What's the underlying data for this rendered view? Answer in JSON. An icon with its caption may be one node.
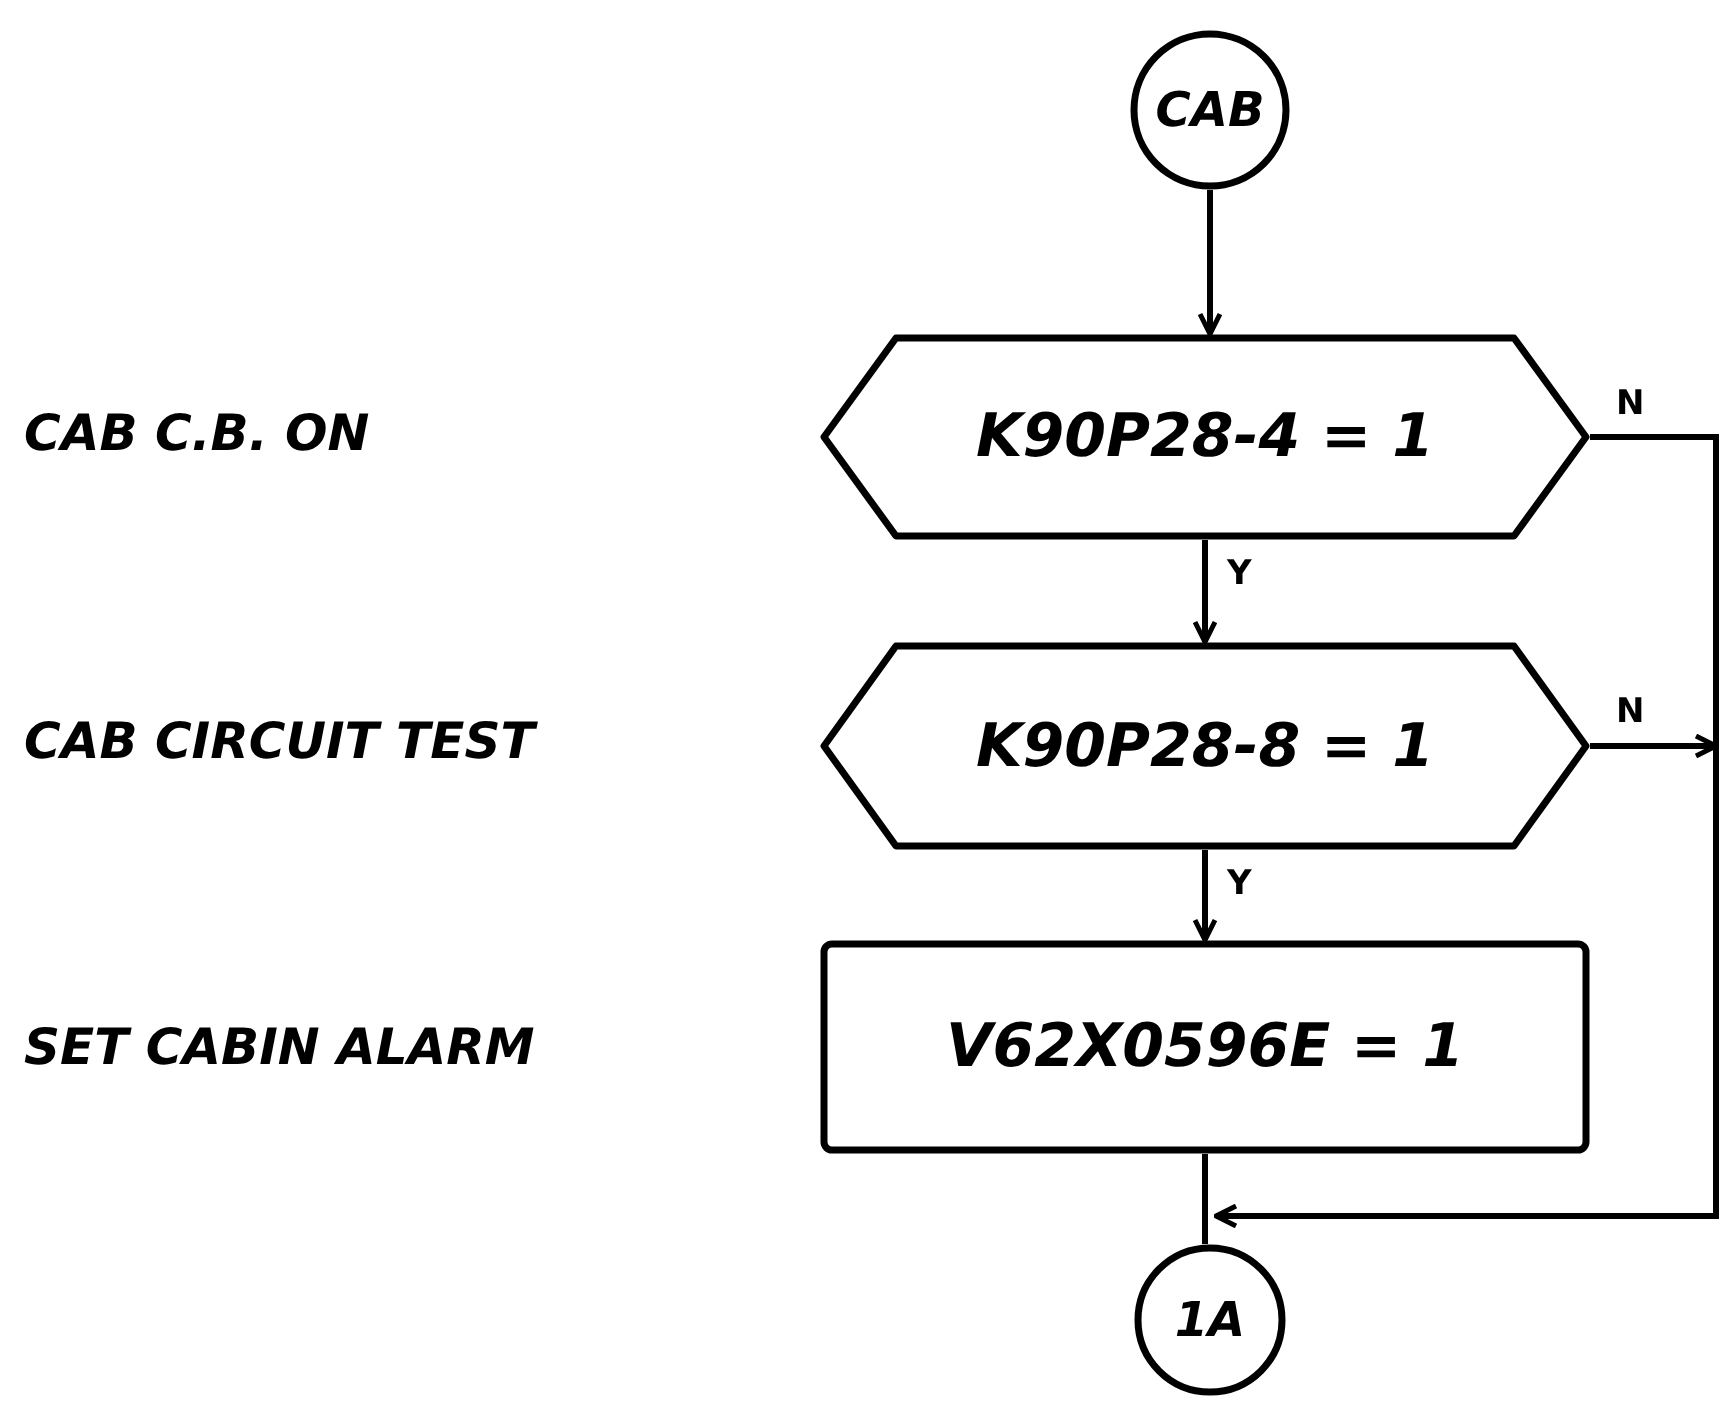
{
  "diagram": {
    "nodes": [
      {
        "text": [
          "CAB"
        ]
      },
      {
        "text": [
          "K90P28-4 = 1"
        ]
      },
      {
        "text": [
          "K90P28-8 = 1"
        ]
      },
      {
        "text": [
          "V62X0596E = 1"
        ]
      },
      {
        "text": [
          "1A"
        ]
      }
    ],
    "edges": [
      {
        "from": 0,
        "to": 1,
        "arrow": "to"
      },
      {
        "from": 1,
        "to": 2,
        "arrow": "to",
        "label": "Y"
      },
      {
        "from": 2,
        "to": 3,
        "arrow": "to",
        "label": "Y"
      },
      {
        "from": 3,
        "to": 4,
        "arrow": "none"
      },
      {
        "from": 1,
        "to": 4,
        "arrow": "to",
        "label": "N"
      },
      {
        "from": 2,
        "to": null,
        "arrow": "to",
        "label": "N"
      }
    ],
    "labels": [
      "CAB C.B. ON",
      "CAB CIRCUIT TEST",
      "SET CABIN ALARM"
    ]
  }
}
